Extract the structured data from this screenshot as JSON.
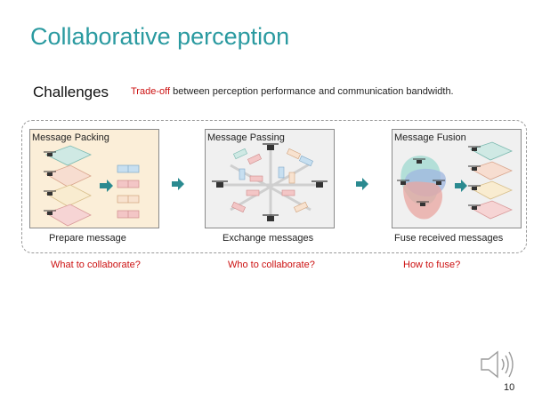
{
  "slide": {
    "title": "Collaborative perception",
    "challenges_label": "Challenges",
    "tradeoff_highlight": "Trade-off",
    "tradeoff_rest": " between perception performance and communication bandwidth.",
    "page_number": "10"
  },
  "panels": [
    {
      "title": "Message Packing",
      "caption": "Prepare message",
      "question": "What to collaborate?"
    },
    {
      "title": "Message Passing",
      "caption": "Exchange messages",
      "question": "Who to collaborate?"
    },
    {
      "title": "Message Fusion",
      "caption": "Fuse received messages",
      "question": "How to fuse?"
    }
  ],
  "colors": {
    "title": "#2a9aa0",
    "question": "#cc1111",
    "arrow": "#2a8a90",
    "packing_bg": "#fbeed8",
    "diamond_teal": "#cfe9e4",
    "diamond_peach": "#f7ddd0",
    "diamond_pink": "#f6d4d4",
    "diamond_cream": "#f9ecd0",
    "msg_blue": "#c7dff0",
    "msg_red": "#f3c6c6",
    "fusion_teal": "#a8dcd4",
    "fusion_blue": "#9fb7e0",
    "fusion_red": "#eaa6a0"
  },
  "icons": [
    "drone-icon",
    "right-arrow-icon",
    "speaker-icon"
  ]
}
